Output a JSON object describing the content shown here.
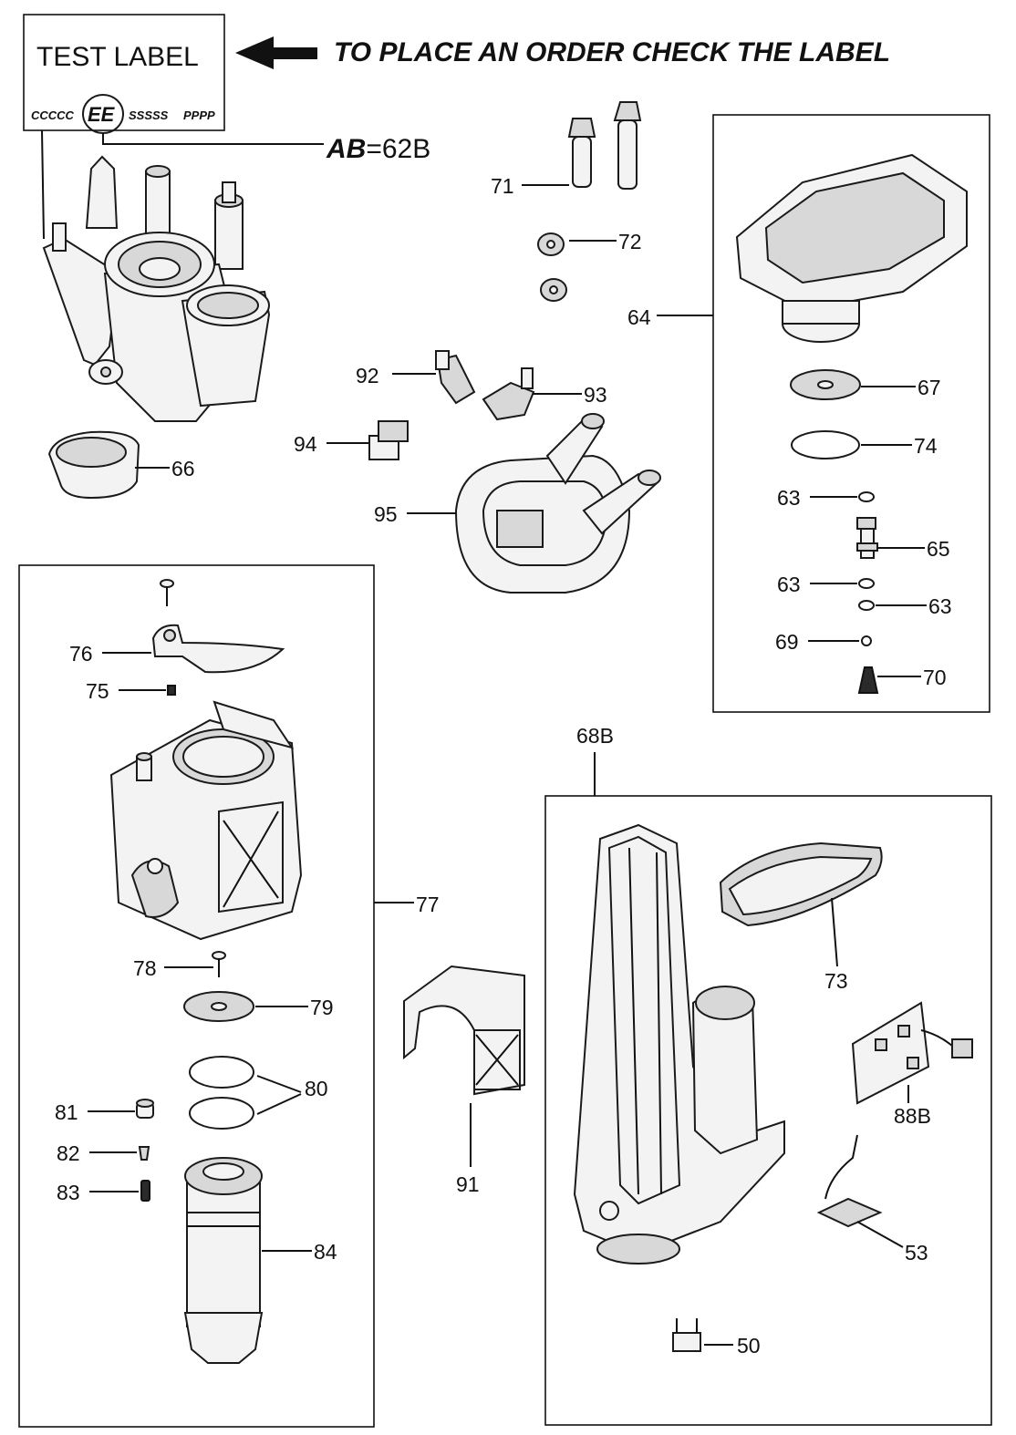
{
  "header": {
    "label_title": "TEST LABEL",
    "label_code_left": "CCCCC",
    "label_code_circle": "EE",
    "label_code_mid": "SSSSS",
    "label_code_right": "PPPP",
    "order_note": "TO PLACE AN ORDER CHECK THE LABEL",
    "ab_bold": "AB",
    "ab_value": "=62B"
  },
  "callouts": {
    "c50": "50",
    "c53": "53",
    "c63a": "63",
    "c63b": "63",
    "c63c": "63",
    "c64": "64",
    "c65": "65",
    "c66": "66",
    "c67": "67",
    "c68B": "68B",
    "c69": "69",
    "c70": "70",
    "c71": "71",
    "c72": "72",
    "c73": "73",
    "c74": "74",
    "c75": "75",
    "c76": "76",
    "c77": "77",
    "c78": "78",
    "c79": "79",
    "c80": "80",
    "c81": "81",
    "c82": "82",
    "c83": "83",
    "c84": "84",
    "c88B": "88B",
    "c91": "91",
    "c92": "92",
    "c93": "93",
    "c94": "94",
    "c95": "95"
  },
  "colors": {
    "ink": "#111111",
    "paper": "#ffffff",
    "shade": "#d8d8d8"
  }
}
